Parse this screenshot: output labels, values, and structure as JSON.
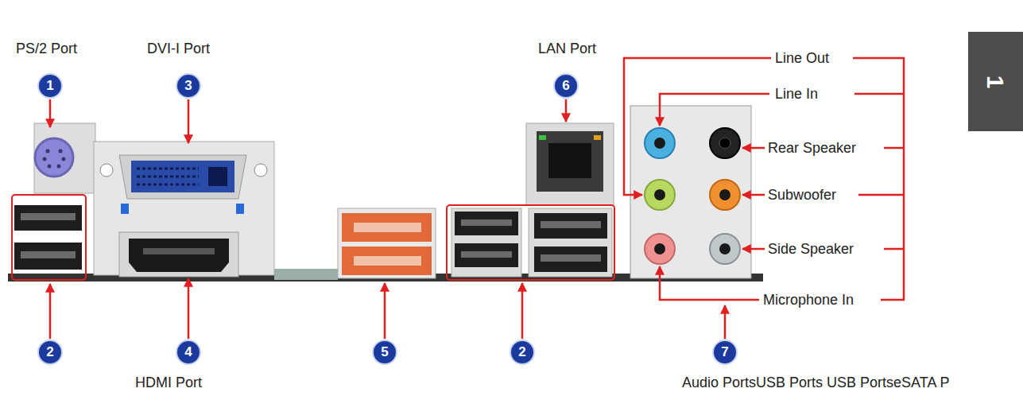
{
  "diagram": {
    "nodes": [
      {
        "text": [
          "1"
        ]
      },
      {
        "text": [
          "3"
        ]
      },
      {
        "text": [
          "6"
        ]
      },
      {
        "text": [
          "1"
        ]
      },
      {
        "text": [
          "2"
        ]
      },
      {
        "text": [
          "4"
        ]
      },
      {
        "text": [
          "5"
        ]
      },
      {
        "text": [
          "2"
        ]
      },
      {
        "text": [
          "7"
        ]
      }
    ],
    "labels": [
      "PS/2 Port",
      "DVI-I Port",
      "LAN Port",
      "Line Out",
      "Line In",
      "Rear Speaker",
      "Subwoofer",
      "Side Speaker",
      "Microphone In",
      "HDMI Port",
      "Audio PortsUSB Ports USB PortseSATA P"
    ]
  }
}
